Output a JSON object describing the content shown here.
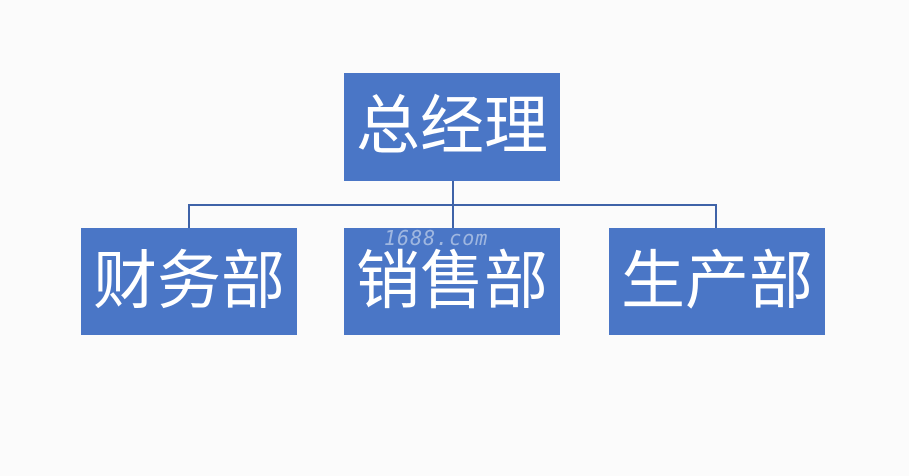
{
  "org_chart": {
    "root": {
      "label": "总经理"
    },
    "departments": [
      {
        "label": "财务部"
      },
      {
        "label": "销售部"
      },
      {
        "label": "生产部"
      }
    ]
  },
  "watermark": {
    "text": "1688.com"
  },
  "colors": {
    "box_fill": "#4a76c6",
    "box_text": "#ffffff",
    "connector": "#3f63a8",
    "background": "#fbfbfb"
  }
}
